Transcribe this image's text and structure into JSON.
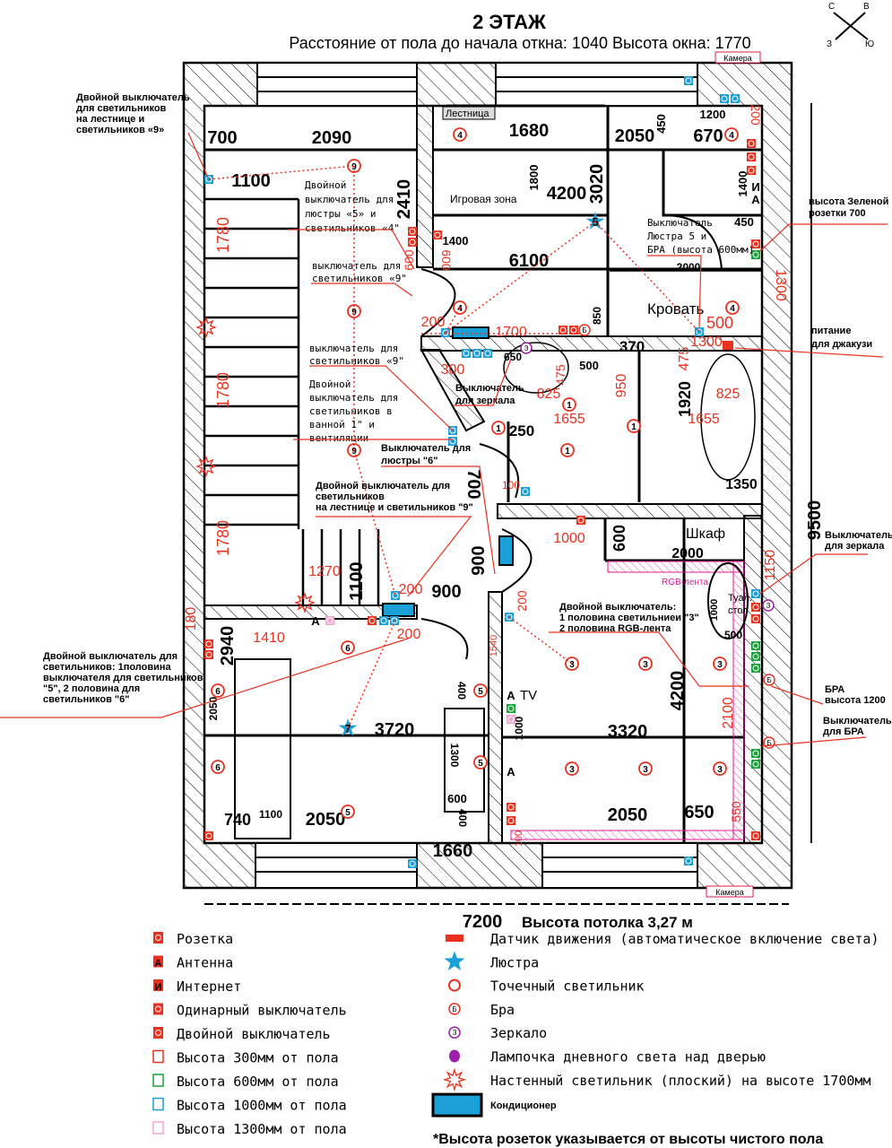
{
  "header": {
    "title": "2 ЭТАЖ",
    "subtitle": "Расстояние от пола до начала откна: 1040   Высота окна: 1770",
    "compass": {
      "n": "С",
      "e": "В",
      "w": "З",
      "s": "Ю"
    }
  },
  "cameras": [
    "Камера",
    "Камера"
  ],
  "rooms": {
    "stairs": "Лестница",
    "play": "Игровая зона",
    "bed": "Кровать",
    "wardrobe": "Шкаф",
    "vanity1": "Туал.",
    "vanity2": "стол",
    "tv": "TV",
    "rgb": "RGB-лента"
  },
  "dims": [
    "700",
    "2090",
    "1100",
    "2410",
    "1680",
    "4200",
    "3020",
    "6100",
    "2050",
    "670",
    "1200",
    "450",
    "1400",
    "1800",
    "1400",
    "450",
    "2000",
    "850",
    "370",
    "1920",
    "250",
    "1350",
    "700",
    "900",
    "900",
    "1100",
    "2940",
    "2050",
    "3720",
    "740",
    "1100",
    "2050",
    "1660",
    "3320",
    "4200",
    "2050",
    "650",
    "600",
    "2000",
    "1000",
    "500",
    "650",
    "500",
    "400",
    "1000",
    "1300",
    "600",
    "400",
    "9500",
    "7200"
  ],
  "red_dims": [
    "1780",
    "1780",
    "1780",
    "600",
    "600",
    "200",
    "1700",
    "300",
    "825",
    "1655",
    "475",
    "950",
    "825",
    "1655",
    "475",
    "1300",
    "500",
    "1300",
    "200",
    "100",
    "1000",
    "1270",
    "200",
    "200",
    "180",
    "1410",
    "1150",
    "2100",
    "550",
    "200",
    "1540",
    "100"
  ],
  "notes": [
    [
      "Двойной выключатель",
      "для светильников",
      "на лестнице и",
      "светильников «9»"
    ],
    [
      "Двойной",
      "выключатель для",
      "люстры «5» и",
      "светильников «4\""
    ],
    [
      "выключатель для",
      "светильников «9\""
    ],
    [
      "выключатель для",
      "светильников «9\""
    ],
    [
      "Двойной",
      "выключатель для",
      "светильников в",
      "ванной 1\" и",
      "вентиляции"
    ],
    [
      "Выключатель для",
      "люстры \"6\""
    ],
    [
      "Двойной выключатель для",
      "светильников",
      "на лестнице и  светильников \"9\""
    ],
    [
      "Выключатель",
      "для зеркала"
    ],
    [
      "Выключатель",
      "Люстра 5 и",
      "БРА (высота 600мм)"
    ],
    [
      "высота Зеленой",
      "розетки 700"
    ],
    [
      "питание",
      "для джакузи"
    ],
    [
      "Двойной выключатель:",
      "1 половина светильниеи \"3\"",
      "2 половина RGB-лента"
    ],
    [
      "Выключатель",
      "для зеркала"
    ],
    [
      "БРА",
      "высота 1200"
    ],
    [
      "Выключатель",
      "для БРА"
    ],
    [
      "Двойной выключатель для",
      "светильников: 1половина",
      "выключателя для светильников",
      "\"5\", 2 половина для",
      "светильников \"6\""
    ]
  ],
  "lights": [
    "4",
    "4",
    "4",
    "4",
    "9",
    "9",
    "9",
    "1",
    "1",
    "1",
    "1",
    "3",
    "3",
    "3",
    "3",
    "3",
    "3",
    "6",
    "6",
    "6",
    "5",
    "5",
    "5"
  ],
  "chandeliers": [
    "5",
    "7"
  ],
  "footer": {
    "ceiling": "Высота потолка 3,27 м",
    "footnote": "*Высота розеток указывается от высоты чистого пола"
  },
  "legend": {
    "left": [
      {
        "icon": "socket-icon",
        "label": "Розетка"
      },
      {
        "icon": "antenna-icon",
        "label": "Антенна"
      },
      {
        "icon": "internet-icon",
        "label": "Интернет"
      },
      {
        "icon": "single-switch-icon",
        "label": "Одинарный выключатель"
      },
      {
        "icon": "double-switch-icon",
        "label": "Двойной выключатель"
      },
      {
        "icon": "height-300-icon",
        "label": "Высота 300мм от пола",
        "color": "#e8311f"
      },
      {
        "icon": "height-600-icon",
        "label": "Высота 600мм от пола",
        "color": "#1aa33a"
      },
      {
        "icon": "height-1000-icon",
        "label": "Высота 1000мм от пола",
        "color": "#1a9fd6"
      },
      {
        "icon": "height-1300-icon",
        "label": "Высота 1300мм от пола",
        "color": "#f4a6cf"
      }
    ],
    "right": [
      {
        "icon": "motion-sensor-icon",
        "label": "Датчик движения (автоматическое включение света)"
      },
      {
        "icon": "chandelier-star-icon",
        "label": "Люстра"
      },
      {
        "icon": "spotlight-icon",
        "label": "Точечный светильник"
      },
      {
        "icon": "sconce-icon",
        "label": "Бра",
        "glyph": "Б"
      },
      {
        "icon": "mirror-icon",
        "label": "Зеркало",
        "glyph": "З"
      },
      {
        "icon": "daylight-lamp-icon",
        "label": "Лампочка дневного света над дверью"
      },
      {
        "icon": "wall-light-icon",
        "label": "Настенный светильник (плоский) на высоте 1700мм"
      },
      {
        "icon": "air-conditioner-icon",
        "label": "Кондиционер"
      }
    ],
    "symbols": {
      "antenna": "А",
      "internet": "И"
    }
  },
  "colors": {
    "red": "#e8311f",
    "blue": "#1a9fd6",
    "green": "#1aa33a",
    "pink": "#f4a6cf",
    "magenta": "#e0189a",
    "purple": "#9b1fa8"
  }
}
